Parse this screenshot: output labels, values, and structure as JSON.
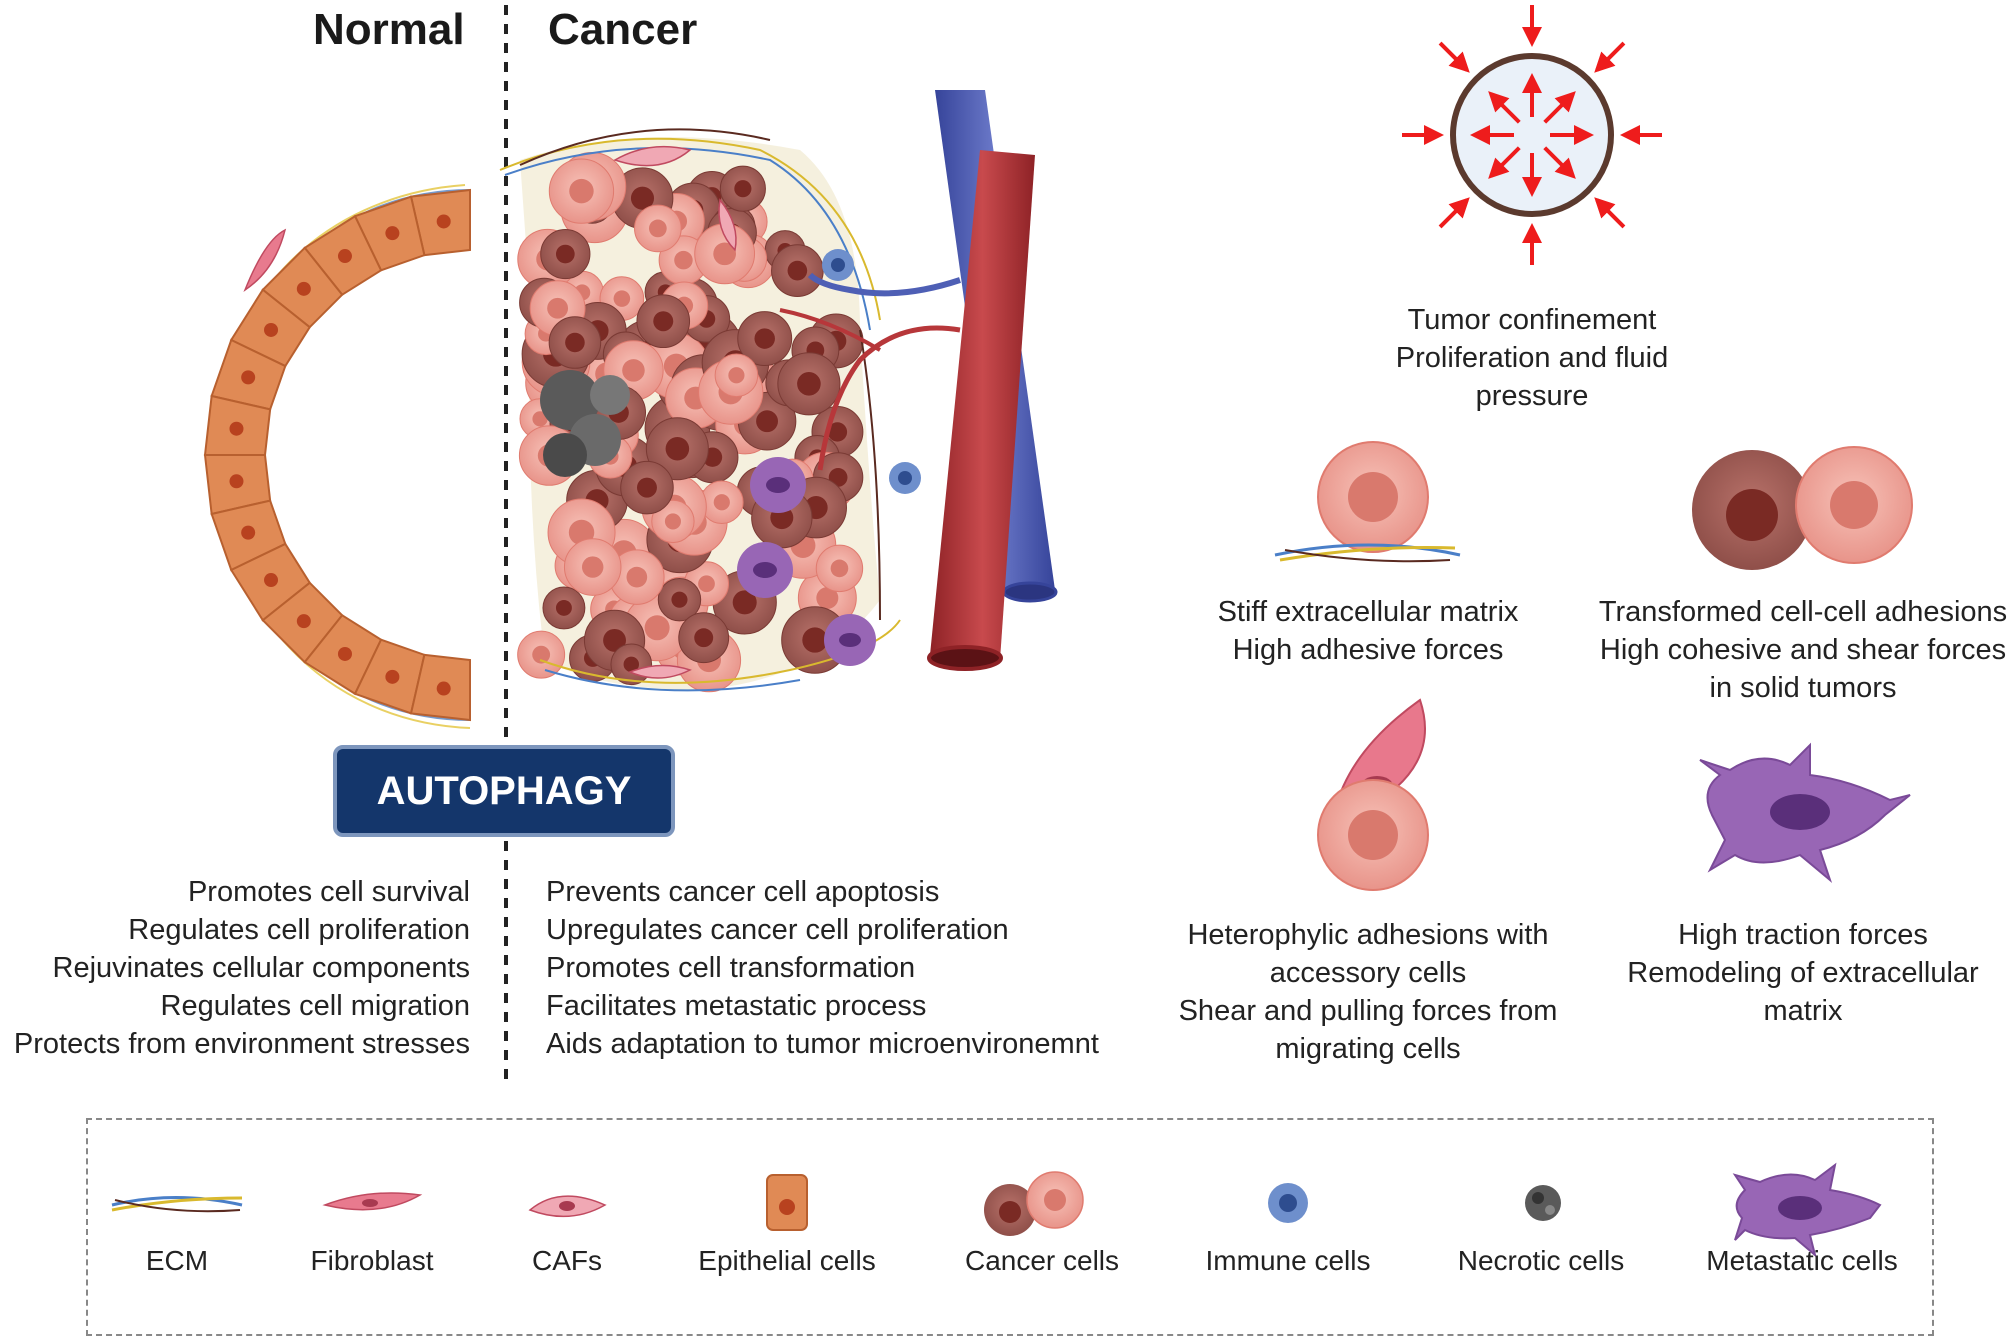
{
  "headers": {
    "normal": "Normal",
    "cancer": "Cancer"
  },
  "autophagy": "AUTOPHAGY",
  "normal_roles": [
    "Promotes cell survival",
    "Regulates cell proliferation",
    "Rejuvinates cellular components",
    "Regulates cell migration",
    "Protects from environment stresses"
  ],
  "cancer_roles": [
    "Prevents cancer cell apoptosis",
    "Upregulates cancer cell proliferation",
    "Promotes cell transformation",
    "Facilitates  metastatic process",
    "Aids adaptation to tumor microenvironemnt"
  ],
  "forces": {
    "confinement": [
      "Tumor confinement",
      "Proliferation and fluid",
      "pressure"
    ],
    "ecm": [
      "Stiff extracellular matrix",
      "High adhesive forces"
    ],
    "cell_cell": [
      "Transformed cell-cell adhesions",
      "High cohesive and shear forces",
      "in solid tumors"
    ],
    "heterophylic": [
      "Heterophylic adhesions with",
      "accessory cells",
      "Shear and pulling forces from",
      "migrating cells"
    ],
    "traction": [
      "High traction forces",
      "Remodeling of extracellular",
      "matrix"
    ]
  },
  "legend": [
    {
      "label": "ECM",
      "icon": "ecm-fibers-icon"
    },
    {
      "label": "Fibroblast",
      "icon": "fibroblast-icon"
    },
    {
      "label": "CAFs",
      "icon": "caf-icon"
    },
    {
      "label": "Epithelial cells",
      "icon": "epithelial-cell-icon"
    },
    {
      "label": "Cancer cells",
      "icon": "cancer-cells-icon"
    },
    {
      "label": "Immune cells",
      "icon": "immune-cell-icon"
    },
    {
      "label": "Necrotic cells",
      "icon": "necrotic-cell-icon"
    },
    {
      "label": "Metastatic cells",
      "icon": "metastatic-cell-icon"
    }
  ],
  "colors": {
    "badge": "#14366b",
    "epithelial": "#e08a55",
    "cancer_dark": "#a8625c",
    "cancer_light": "#f0a89c",
    "artery": "#b7373a",
    "vein": "#4e5fb5",
    "metastatic": "#8e5aa9",
    "immune": "#6e8fcc",
    "arrow": "#ee1c1c"
  }
}
